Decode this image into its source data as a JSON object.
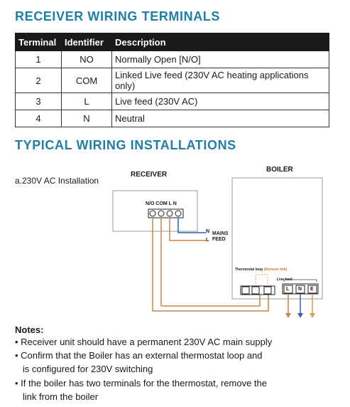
{
  "headings": {
    "terminals": "RECEIVER WIRING TERMINALS",
    "installations": "TYPICAL WIRING INSTALLATIONS"
  },
  "table": {
    "columns": [
      "Terminal",
      "Identifier",
      "Description"
    ],
    "rows": [
      [
        "1",
        "NO",
        "Normally Open [N/O]"
      ],
      [
        "2",
        "COM",
        "Linked Live feed (230V AC heating applications only)"
      ],
      [
        "3",
        "L",
        "Live feed (230V AC)"
      ],
      [
        "4",
        "N",
        "Neutral"
      ]
    ]
  },
  "diagram": {
    "installation_label": "a.230V AC Installation",
    "receiver_title": "RECEIVER",
    "boiler_title": "BOILER",
    "receiver_terminals": "N/O COM  L  N",
    "mains_n": "N",
    "mains_l": "L",
    "mains_line1": "MAINS",
    "mains_line2": "FEED",
    "thermostat_loop": "Thermostat loop",
    "remove_link": "(Remove link)",
    "live_feed": "Live feed",
    "boiler_terminals": [
      "L",
      "N",
      "E"
    ],
    "wire_colors": {
      "live": "#c8844a",
      "neutral": "#2e63b5",
      "earth": "#d8a040"
    }
  },
  "notes": {
    "title": "Notes:",
    "items": [
      "• Receiver unit should have a permanent 230V AC main supply",
      "• Confirm that the Boiler has an external thermostat loop and",
      "   is configured for 230V switching",
      "• If the boiler has two terminals for the thermostat, remove the",
      "   link from the boiler"
    ]
  }
}
